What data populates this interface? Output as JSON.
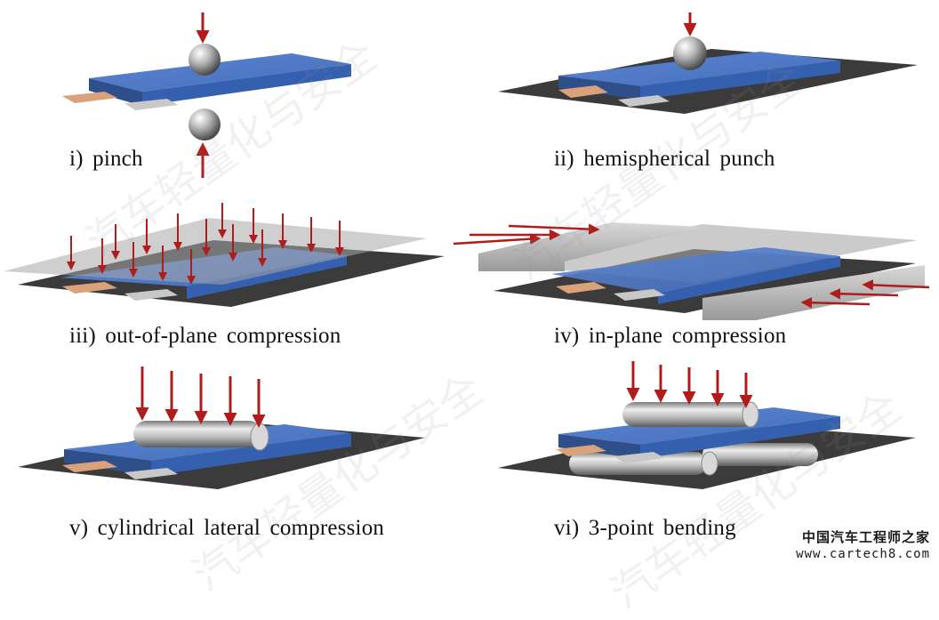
{
  "captions": {
    "pinch": "i) pinch",
    "hemi": "ii) hemispherical punch",
    "oop": "iii) out-of-plane compression",
    "inplane": "iv) in-plane compression",
    "cyl": "v) cylindrical lateral compression",
    "bend": "vi) 3-point bending"
  },
  "watermark": "汽车轻量化与安全",
  "credit": {
    "name": "中国汽车工程师之家",
    "url": "www.cartech8.com"
  },
  "colors": {
    "cell_blue": "#4f79c7",
    "dark_plate": "#3b3b3b",
    "translucent_plate": "#a8a8a8",
    "arrow_red": "#b01c1c",
    "copper_tab": "#d9a27a",
    "silver_tab": "#c8c8c8"
  }
}
